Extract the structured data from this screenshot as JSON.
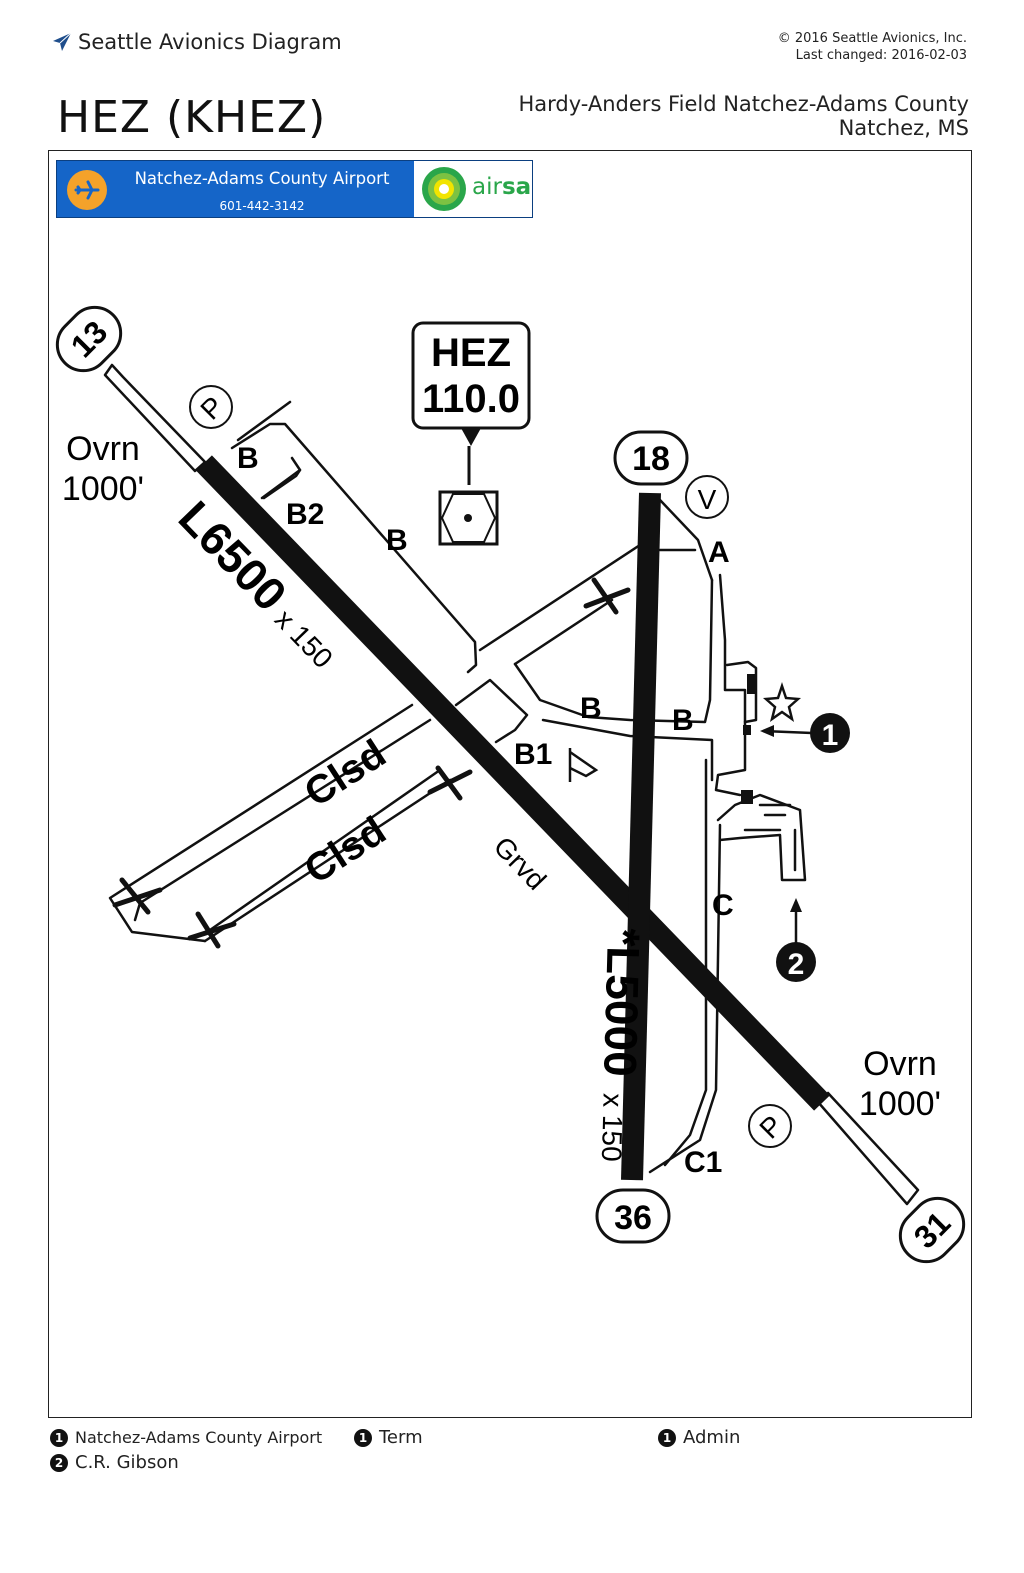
{
  "header": {
    "brand": "Seattle Avionics Diagram",
    "copyright": "© 2016 Seattle Avionics, Inc.",
    "last_changed": "Last changed: 2016-02-03",
    "ident": "HEZ (KHEZ)",
    "airport_name": "Hardy-Anders Field Natchez-Adams County",
    "city": "Natchez, MS"
  },
  "banner": {
    "name": "Natchez-Adams County Airport",
    "phone": "601-442-3142",
    "logo_text_a": "air",
    "logo_text_b": "sa"
  },
  "diagram": {
    "rwy_13": "13",
    "rwy_31": "31",
    "rwy_18": "18",
    "rwy_36": "36",
    "vor_ident": "HEZ",
    "vor_freq": "110.0",
    "rwy_13_31_label": "L6500",
    "rwy_13_31_width": " x 150",
    "rwy_18_36_label": "*L5000",
    "rwy_18_36_width": " x 150",
    "overrun_label": "Ovrn",
    "overrun_len": "1000'",
    "grooved": "Grvd",
    "closed": "Clsd",
    "parking": "P",
    "vor_checkpoint": "V",
    "callout_1": "1",
    "callout_2": "2",
    "taxiways": {
      "b": "B",
      "b1": "B1",
      "b2": "B2",
      "a": "A",
      "c": "C",
      "c1": "C1"
    }
  },
  "legend": [
    {
      "num": "1",
      "label": "Natchez-Adams County Airport"
    },
    {
      "num": "1",
      "label": "Term"
    },
    {
      "num": "1",
      "label": "Admin"
    },
    {
      "num": "2",
      "label": "C.R. Gibson"
    }
  ],
  "colors": {
    "banner_blue": "#1565c8",
    "banner_orange": "#f4a22a",
    "logo_green": "#2aa64a",
    "runway": "#111111"
  }
}
